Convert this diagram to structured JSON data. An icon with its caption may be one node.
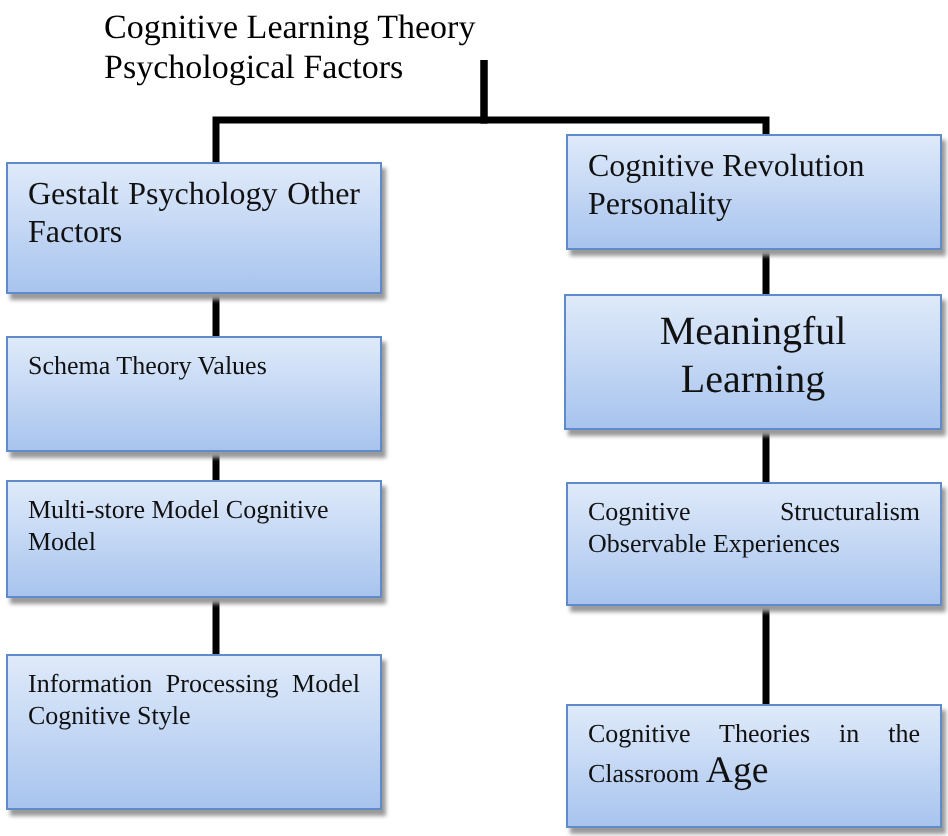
{
  "diagram": {
    "nodes": [
      {
        "text": [
          "Cognitive Learning Theory Psychological Factors"
        ]
      },
      {
        "text": [
          "Gestalt Psychology Other Factors"
        ]
      },
      {
        "text": [
          "Schema Theory Values"
        ]
      },
      {
        "text": [
          "Multi-store Model Cognitive Model"
        ]
      },
      {
        "text": [
          "Information Processing Model Cognitive Style"
        ]
      },
      {
        "text": [
          "Cognitive Revolution Personality"
        ]
      },
      {
        "text": [
          "Meaningful Learning"
        ]
      },
      {
        "text": [
          "Cognitive Structuralism Observable Experiences"
        ]
      },
      {
        "text": [
          "Cognitive Theories in the Classroom",
          "Age"
        ]
      }
    ],
    "edges": [
      {
        "from": 0,
        "to": 1,
        "arrow": "none"
      },
      {
        "from": 0,
        "to": 5,
        "arrow": "none"
      },
      {
        "from": 1,
        "to": 2,
        "arrow": "none"
      },
      {
        "from": 2,
        "to": 3,
        "arrow": "none"
      },
      {
        "from": 3,
        "to": 4,
        "arrow": "none"
      },
      {
        "from": 5,
        "to": 6,
        "arrow": "none"
      },
      {
        "from": 6,
        "to": 7,
        "arrow": "none"
      },
      {
        "from": 7,
        "to": 8,
        "arrow": "none"
      }
    ]
  }
}
